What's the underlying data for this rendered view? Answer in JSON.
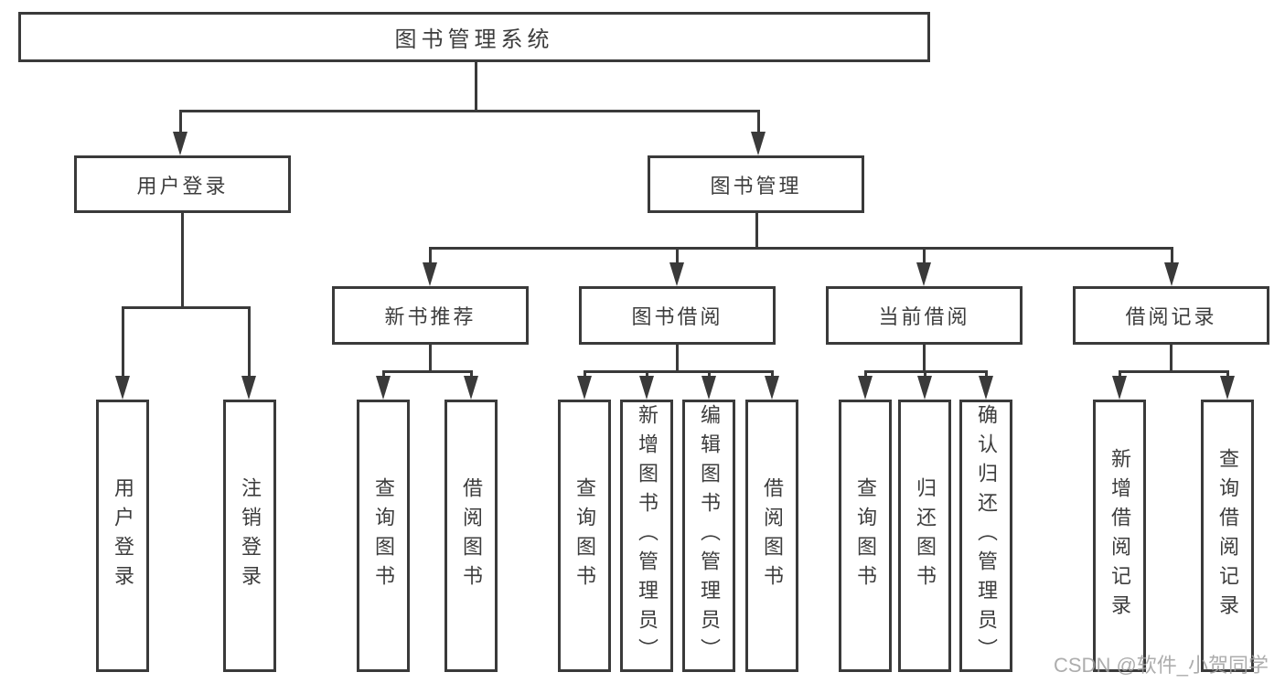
{
  "colors": {
    "background": "#ffffff",
    "box_border": "#3a3a3a",
    "connector_line": "#3a3a3a",
    "text": "#3d3d3d",
    "watermark_text": "#9f9f9f"
  },
  "tree": {
    "root": {
      "label": "图书管理系统"
    },
    "branches": [
      {
        "label": "用户登录",
        "children": [
          "用户登录",
          "注销登录"
        ]
      },
      {
        "label": "图书管理",
        "groups": [
          {
            "label": "新书推荐",
            "children": [
              "查询图书",
              "借阅图书"
            ]
          },
          {
            "label": "图书借阅",
            "children": [
              "查询图书",
              "新增图书（管理员）",
              "编辑图书（管理员）",
              "借阅图书"
            ]
          },
          {
            "label": "当前借阅",
            "children": [
              "查询图书",
              "归还图书",
              "确认归还（管理员）"
            ]
          },
          {
            "label": "借阅记录",
            "children": [
              "新增借阅记录",
              "查询借阅记录"
            ]
          }
        ]
      }
    ]
  },
  "watermark": {
    "text": "CSDN @软件_小贺同学"
  }
}
